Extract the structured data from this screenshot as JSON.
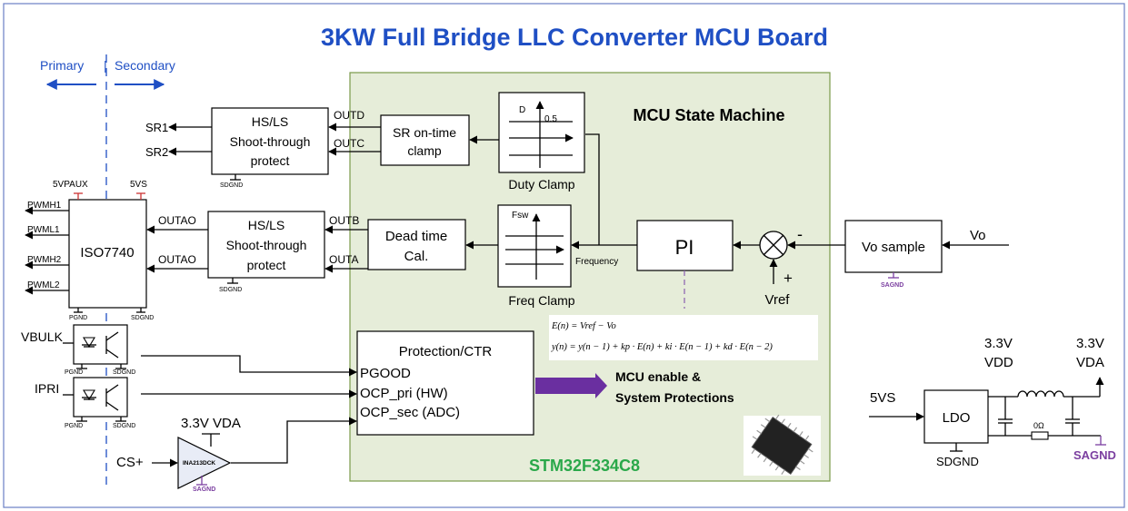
{
  "title": "3KW Full Bridge LLC Converter MCU Board",
  "isolation": {
    "primary": "Primary",
    "secondary": "Secondary"
  },
  "mcu": {
    "name": "STM32F334C8",
    "state_machine": "MCU State Machine"
  },
  "sr": {
    "outputs": [
      "SR1",
      "SR2"
    ]
  },
  "hsls_top": {
    "lines": [
      "HS/LS",
      "Shoot-through",
      "protect"
    ],
    "pins": [
      "OUTD",
      "OUTC"
    ],
    "gnd": "SDGND"
  },
  "hsls_mid": {
    "lines": [
      "HS/LS",
      "Shoot-through",
      "protect"
    ],
    "pins": [
      "OUTB",
      "OUTA"
    ],
    "left_pins": [
      "OUTAO",
      "OUTAO"
    ],
    "gnd": "SDGND"
  },
  "sr_clamp": {
    "lines": [
      "SR on-time",
      "clamp"
    ]
  },
  "duty_clamp": {
    "label": "Duty Clamp",
    "axis": "D",
    "limit": "0.5"
  },
  "freq_clamp": {
    "label": "Freq Clamp",
    "axis": "Fsw"
  },
  "dead_time": {
    "lines": [
      "Dead time",
      "Cal."
    ]
  },
  "pi": {
    "label": "PI",
    "frequency": "Frequency"
  },
  "summer": {
    "minus": "-",
    "plus": "+",
    "vref": "Vref"
  },
  "vo_sample": {
    "label": "Vo sample",
    "input": "Vo",
    "gnd": "SAGND"
  },
  "iso7740": {
    "label": "ISO7740",
    "supply_left": "5VPAUX",
    "supply_right": "5VS",
    "outputs": [
      "PWMH1",
      "PWML1",
      "PWMH2",
      "PWML2"
    ],
    "gnd_left": "PGND",
    "gnd_right": "SDGND"
  },
  "opto": {
    "signals": [
      "VBULK",
      "IPRI"
    ],
    "gnd_left": "PGND",
    "gnd_right": "SDGND"
  },
  "protection": {
    "lines": [
      "Protection/CTR",
      "PGOOD",
      "OCP_pri (HW)",
      "OCP_sec (ADC)"
    ]
  },
  "equations": {
    "line1": "E(n) = Vref − Vo",
    "line2": "y(n) = y(n − 1) + kp · E(n) + ki · E(n − 1) + kd · E(n − 2)"
  },
  "enable": {
    "lines": [
      "MCU enable &",
      "System Protections"
    ]
  },
  "amp": {
    "supply": "3.3V VDA",
    "input": "CS+",
    "part": "INA213DCK",
    "gnd": "SAGND"
  },
  "ldo": {
    "label": "LDO",
    "input": "5VS",
    "gnd": "SDGND",
    "vdd": [
      "3.3V",
      "VDD"
    ],
    "vda": [
      "3.3V",
      "VDA"
    ],
    "resistor": "0Ω",
    "agnd": "SAGND"
  },
  "colors": {
    "title": "#1f4fc4",
    "mcu_fill": "#e6edd9",
    "mcu_border": "#7a9a4a",
    "mcu_name": "#2aa84a",
    "arrow": "#6a2fa0",
    "dashed": "#1f4fc4"
  }
}
